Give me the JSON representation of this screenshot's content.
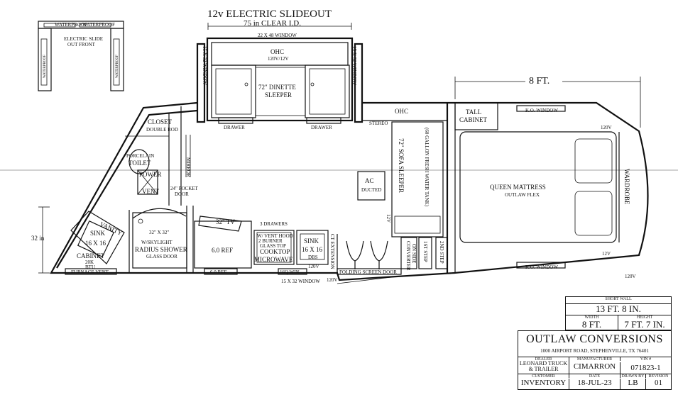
{
  "diagram": {
    "title": "12v ELECTRIC SLIDEOUT",
    "clear_id": "75 in CLEAR I.D.",
    "window_22x48": "22 X 48 WINDOW",
    "window_15x32_left": "15 X 32 WINDOW",
    "window_15x32_right": "15 X 32 WINDOW",
    "ohc_slide": "OHC",
    "ohc_slide_power": "120V/12V",
    "dinette": "72\" DINETTE",
    "dinette_2": "SLEEPER",
    "drawer": "DRAWER",
    "drawer_2": "DRAWER",
    "inset_title": "ELECTRIC SLIDE",
    "inset_title_2": "OUT FRONT",
    "inset_label_a": "WATERPROOF",
    "inset_label_b": "WATERPROOF",
    "inset_side_a": "WATERPROOF",
    "inset_side_b": "WATERPROOF",
    "eight_ft": "8 FT.",
    "closet": "CLOSET",
    "closet_sub": "DOUBLE ROD",
    "mirror": "MIRROR",
    "porcelain": "PORCELAIN",
    "toilet": "TOILET",
    "power": "POWER",
    "vent": "VENT",
    "pocket_door": "24\" POCKET",
    "pocket_door_2": "DOOR",
    "vanity": "VANITY",
    "sink_vanity": "SINK",
    "sink_vanity_size": "16 X 16",
    "cabinet": "CABINET",
    "btu": "20K",
    "btu_2": "BTU",
    "furnace_vent": "FURNACE VENT",
    "shower_size": "32\" X 32\"",
    "shower_1": "W/SKYLIGHT",
    "shower_2": "RADIUS SHOWER",
    "shower_3": "GLASS DOOR",
    "ref_1": "6.0 REF",
    "ref_2": "6.0 REF",
    "tv": "32\" TV",
    "drawers_3": "3 DRAWERS",
    "cooktop_1": "W/ VENT HOOD",
    "cooktop_2": "2 BURNER",
    "cooktop_3": "GLASS TOP",
    "cooktop_4": "COOKTOP",
    "microwave": "MICROWAVE",
    "sink_k": "SINK",
    "sink_k_size": "16 X 16",
    "sink_dbs": "DBS",
    "v120_a": "120V",
    "v120_b": "120V",
    "v120_c": "120V",
    "v120_d": "120V",
    "v12_a": "12V",
    "v12_b": "12V",
    "window_bottom": "15 X 32 WINDOW",
    "window_sq": "16Q WIN",
    "folding_door": "FOLDING SCREEN DOOR",
    "ac": "AC",
    "ac_2": "DUCTED",
    "stereo": "STEREO",
    "ohc_main": "OHC",
    "sofa": "72\" SOFA SLEEPER",
    "fresh_water": "(60 GALLON FRESH WATER TANK)",
    "converter": "CONVERTER",
    "converter_2": "ON SIDE",
    "first_step": "1ST STEP",
    "second_step": "2ND STEP",
    "extension": "CT EXTENSION",
    "tall_cabinet": "TALL",
    "tall_cabinet_2": "CABINET",
    "ko_window_top": "K.O. WINDOW",
    "ko_window_bottom": "K.O. WINDOW",
    "mattress": "QUEEN MATTRESS",
    "mattress_2": "OUTLAW FLEX",
    "wardrobe": "WARDROBE",
    "dim_32": "32 in"
  },
  "title_block": {
    "short_wall_label": "SHORT WALL",
    "short_wall_value": "13 FT. 8 IN.",
    "width_label": "WIDTH",
    "width_value": "8 FT.",
    "height_label": "HEIGHT",
    "height_value": "7 FT. 7 IN.",
    "company": "OUTLAW CONVERSIONS",
    "address": "1000 AIRPORT ROAD, STEPHENVILLE, TX 76401",
    "dealer_label": "DEALER",
    "dealer_value_1": "LEONARD TRUCK",
    "dealer_value_2": "& TRAILER",
    "manufacturer_label": "MANUFACTURER",
    "manufacturer_value": "CIMARRON",
    "vin_label": "VIN #",
    "vin_value": "071823-1",
    "customer_label": "CUSTOMER",
    "customer_value": "INVENTORY",
    "date_label": "DATE",
    "date_value": "18-JUL-23",
    "drawn_label": "DRAWN BY",
    "drawn_value": "LB",
    "revision_label": "REVISION",
    "revision_value": "01"
  }
}
